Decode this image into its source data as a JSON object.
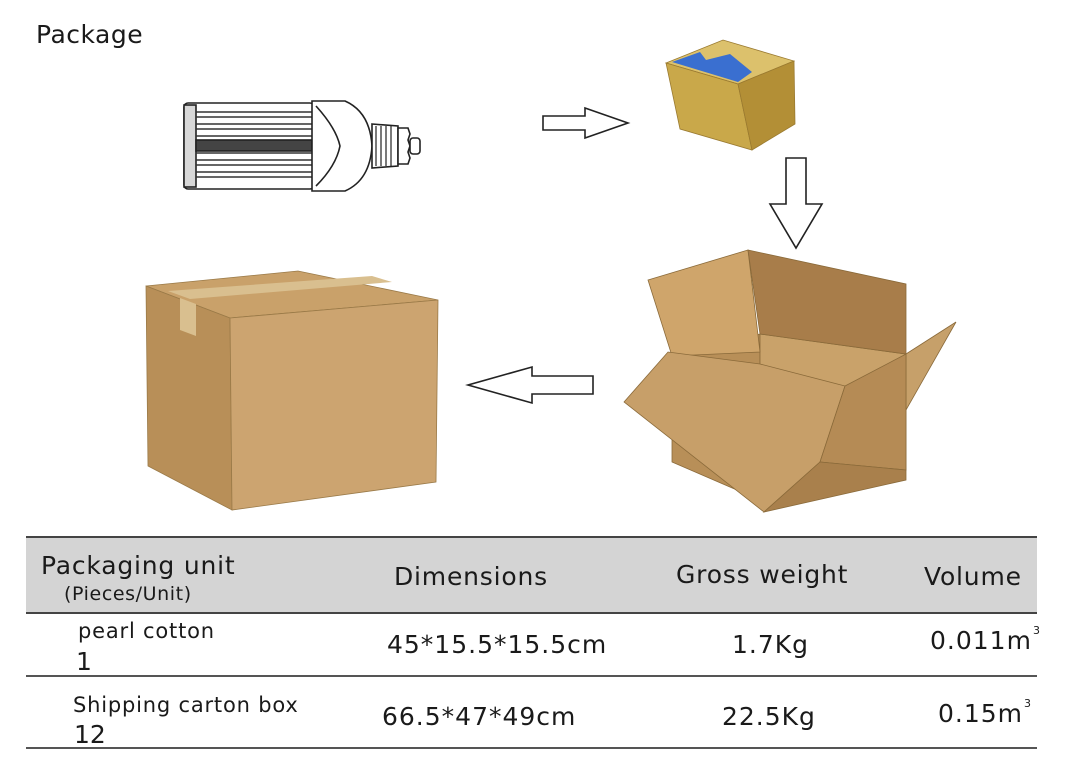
{
  "page": {
    "title": "Package"
  },
  "table": {
    "headers": {
      "packaging_unit": "Packaging unit",
      "packaging_unit_sub": "(Pieces/Unit)",
      "dimensions": "Dimensions",
      "gross_weight": "Gross weight",
      "volume": "Volume"
    },
    "rows": [
      {
        "packaging": "pearl cotton",
        "quantity": "1",
        "dimensions": "45*15.5*15.5cm",
        "gross_weight": "1.7Kg",
        "volume": "0.011m",
        "volume_unit_exp": "3"
      },
      {
        "packaging": "Shipping carton box",
        "quantity": "12",
        "dimensions": "66.5*47*49cm",
        "gross_weight": "22.5Kg",
        "volume": "0.15m",
        "volume_unit_exp": "3"
      }
    ]
  },
  "icons": {
    "bulb": "led-corn-bulb-icon",
    "gift_box": "small-color-box-icon",
    "open_carton": "open-carton-icon",
    "sealed_carton": "sealed-carton-icon",
    "arrows": [
      "arrow-right-icon",
      "arrow-down-icon",
      "arrow-left-icon"
    ]
  },
  "colors": {
    "cardboard": "#c9a26a",
    "gift_box": "#c8a848",
    "tape_blue": "#3a6fd0",
    "header_bg": "#d4d4d4"
  }
}
